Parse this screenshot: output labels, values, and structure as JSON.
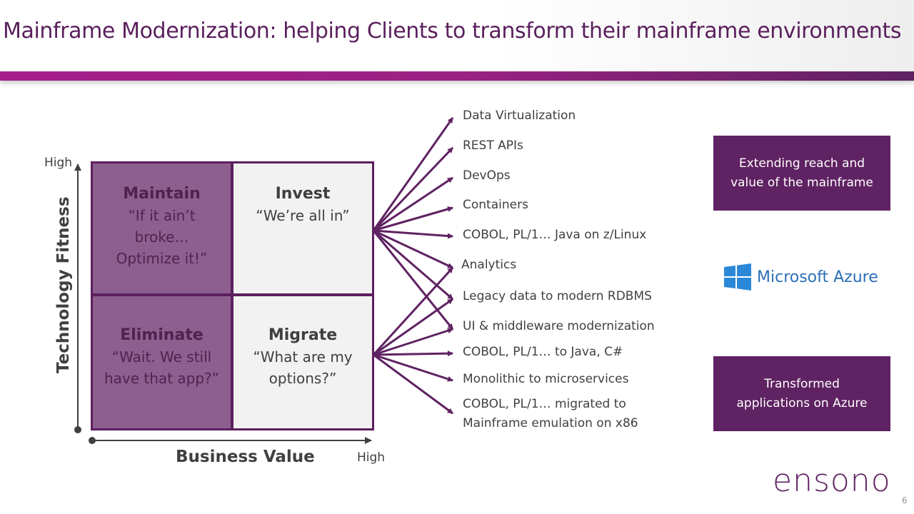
{
  "title": "Mainframe Modernization: helping Clients to transform their mainframe environments",
  "matrix": {
    "y_axis": {
      "label": "Technology Fitness",
      "high": "High"
    },
    "x_axis": {
      "label": "Business Value",
      "high": "High"
    },
    "maintain": {
      "title": "Maintain",
      "quote": "“If it ain’t broke… Optimize it!”"
    },
    "invest": {
      "title": "Invest",
      "quote": "“We’re all in”"
    },
    "eliminate": {
      "title": "Eliminate",
      "quote": "“Wait. We still have that app?”"
    },
    "migrate": {
      "title": "Migrate",
      "quote": "“What are my options?”"
    }
  },
  "options": [
    {
      "label": "Data Virtualization"
    },
    {
      "label": "REST APIs"
    },
    {
      "label": "DevOps"
    },
    {
      "label": "Containers"
    },
    {
      "label": "COBOL, PL/1… Java on z/Linux"
    },
    {
      "label": "Analytics"
    },
    {
      "label": "Legacy data to modern RDBMS"
    },
    {
      "label": "UI & middleware modernization"
    },
    {
      "label": "COBOL, PL/1… to Java, C#"
    },
    {
      "label": "Monolithic to microservices"
    },
    {
      "label": "COBOL, PL/1… migrated to",
      "label2": "Mainframe emulation on x86"
    }
  ],
  "boxes": {
    "extend": "Extending reach and value of the mainframe",
    "transformed": "Transformed applications on Azure"
  },
  "azure_logo": "Microsoft Azure",
  "brand_logo": "ensono",
  "page_number": "6",
  "colors": {
    "accent": "#5f2262",
    "magenta": "#a61e8a"
  }
}
